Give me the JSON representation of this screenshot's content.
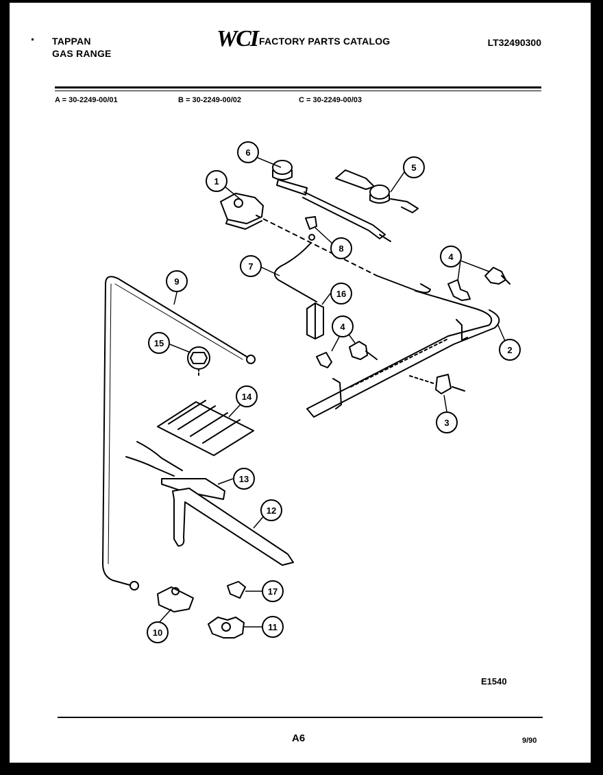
{
  "header": {
    "brand_line1": "TAPPAN",
    "brand_line2": "GAS RANGE",
    "logo": "WCI",
    "catalog_title": "FACTORY PARTS CATALOG",
    "model_number": "LT32490300"
  },
  "variants": [
    "A = 30-2249-00/01",
    "B = 30-2249-00/02",
    "C = 30-2249-00/03"
  ],
  "callouts": [
    "1",
    "2",
    "3",
    "4",
    "4",
    "5",
    "6",
    "7",
    "8",
    "9",
    "10",
    "11",
    "12",
    "13",
    "14",
    "15",
    "16",
    "17"
  ],
  "drawing_id": "E1540",
  "footer": {
    "page": "A6",
    "date": "9/90"
  }
}
